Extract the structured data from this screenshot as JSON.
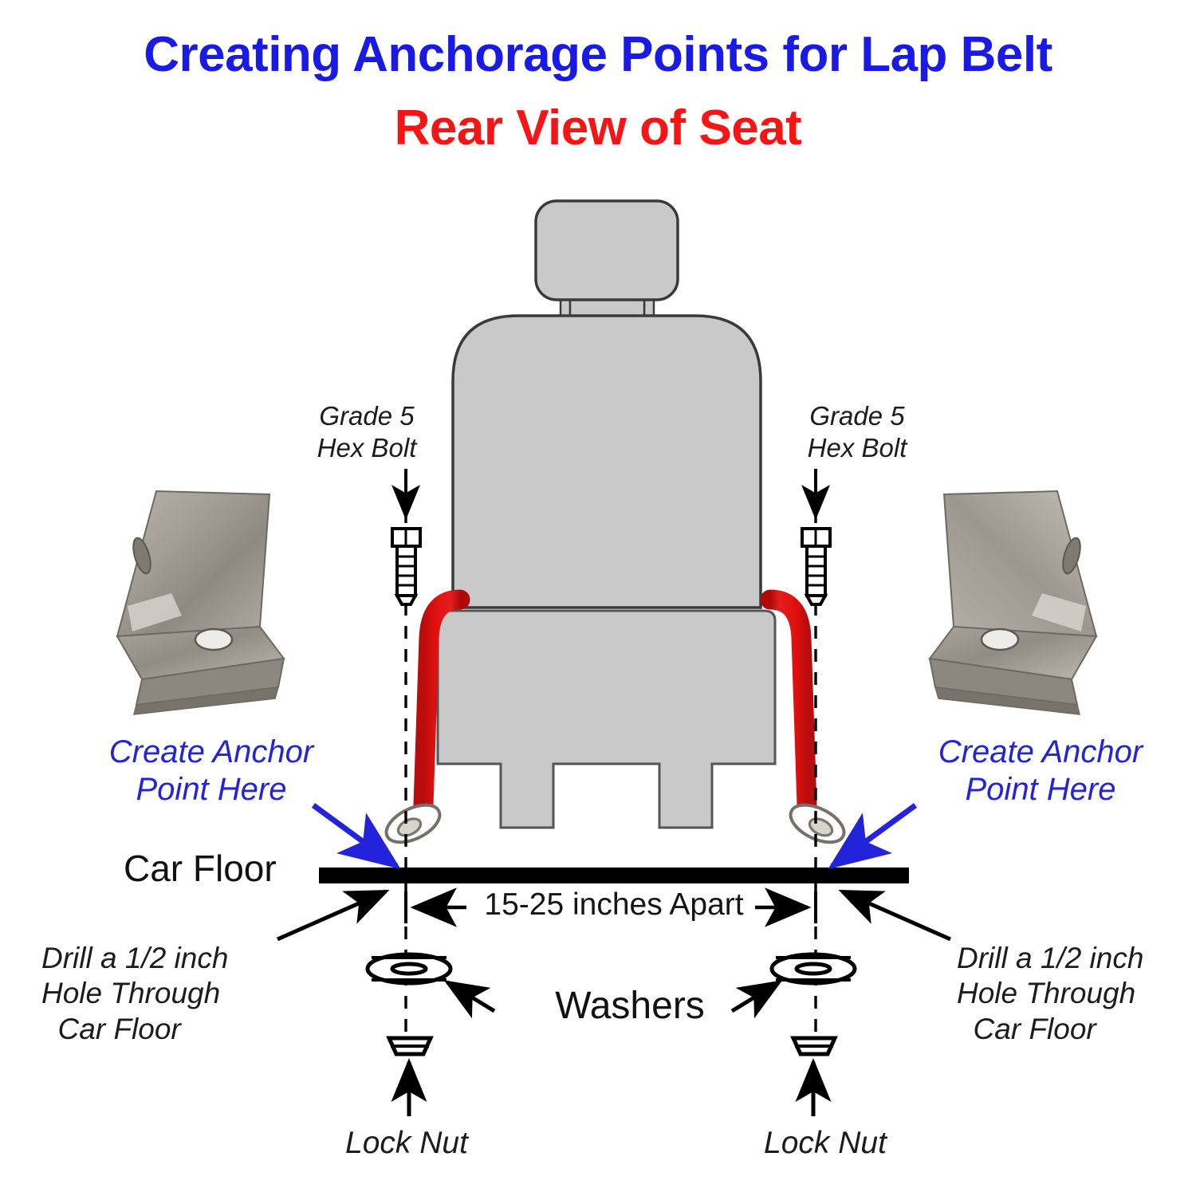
{
  "title": {
    "line1": "Creating Anchorage Points for Lap Belt",
    "line2": "Rear View of Seat",
    "color_line1": "#1a1ae6",
    "color_line2": "#f71414"
  },
  "labels": {
    "hex_bolt_left": "Grade 5\nHex Bolt",
    "hex_bolt_right": "Grade 5\nHex Bolt",
    "anchor_left": "Create Anchor\nPoint Here",
    "anchor_right": "Create Anchor\nPoint Here",
    "car_floor": "Car Floor",
    "dimension": "15-25 inches Apart",
    "drill_left": "Drill a 1/2 inch\nHole Through\n  Car Floor",
    "drill_right": "Drill a 1/2 inch\nHole Through\n  Car Floor",
    "washers": "Washers",
    "lock_nut_left": "Lock Nut",
    "lock_nut_right": "Lock Nut"
  },
  "colors": {
    "title_blue": "#1a1ae6",
    "title_red": "#f71414",
    "annotation_blue": "#2323dc",
    "belt_red": "#ee1111",
    "seat_gray": "#c9c9c9",
    "seat_outline": "#3a3a3a",
    "bracket_metal": "#9a968e",
    "floor_black": "#000000",
    "text_black": "#1c1c1c"
  },
  "parts": {
    "seat_headrest": "headrest",
    "seat_back": "seat-back",
    "seat_cushion": "seat-cushion",
    "belt_strap_left": "lap-belt-strap-left",
    "belt_strap_right": "lap-belt-strap-right",
    "eye_fitting_left": "belt-eye-fitting-left",
    "eye_fitting_right": "belt-eye-fitting-right",
    "bracket_left": "steel-angle-bracket-left",
    "bracket_right": "steel-angle-bracket-right",
    "hex_bolt_left": "hex-bolt-left",
    "hex_bolt_right": "hex-bolt-right",
    "washer_left": "washer-left",
    "washer_right": "washer-right",
    "lock_nut_left": "lock-nut-left",
    "lock_nut_right": "lock-nut-right"
  }
}
